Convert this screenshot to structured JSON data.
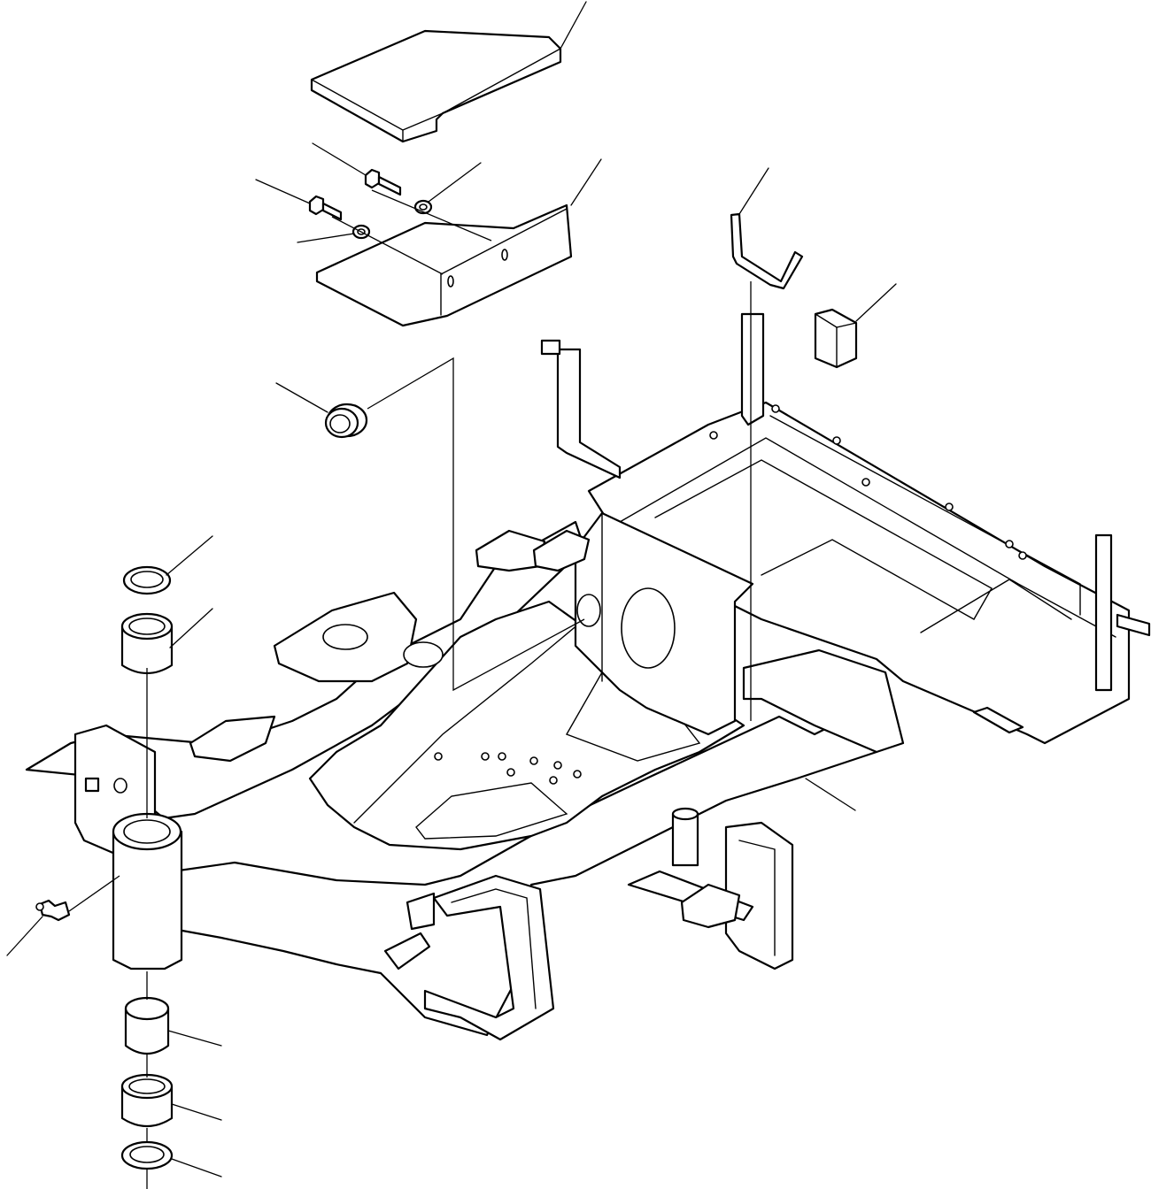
{
  "drawing": {
    "line_color": "#000000",
    "background_color": "#ffffff",
    "parts": [
      {
        "name": "floor-cover-plate"
      },
      {
        "name": "hex-bolt-upper"
      },
      {
        "name": "hex-bolt-lower"
      },
      {
        "name": "washer-upper"
      },
      {
        "name": "washer-lower"
      },
      {
        "name": "cover-bracket"
      },
      {
        "name": "u-clip"
      },
      {
        "name": "rubber-cushion-block"
      },
      {
        "name": "grommet"
      },
      {
        "name": "swing-frame"
      },
      {
        "name": "upper-seal-ring"
      },
      {
        "name": "upper-bushing"
      },
      {
        "name": "grease-fitting"
      },
      {
        "name": "lower-bushing-inner"
      },
      {
        "name": "lower-bushing-outer"
      },
      {
        "name": "lower-seal-ring"
      }
    ]
  }
}
